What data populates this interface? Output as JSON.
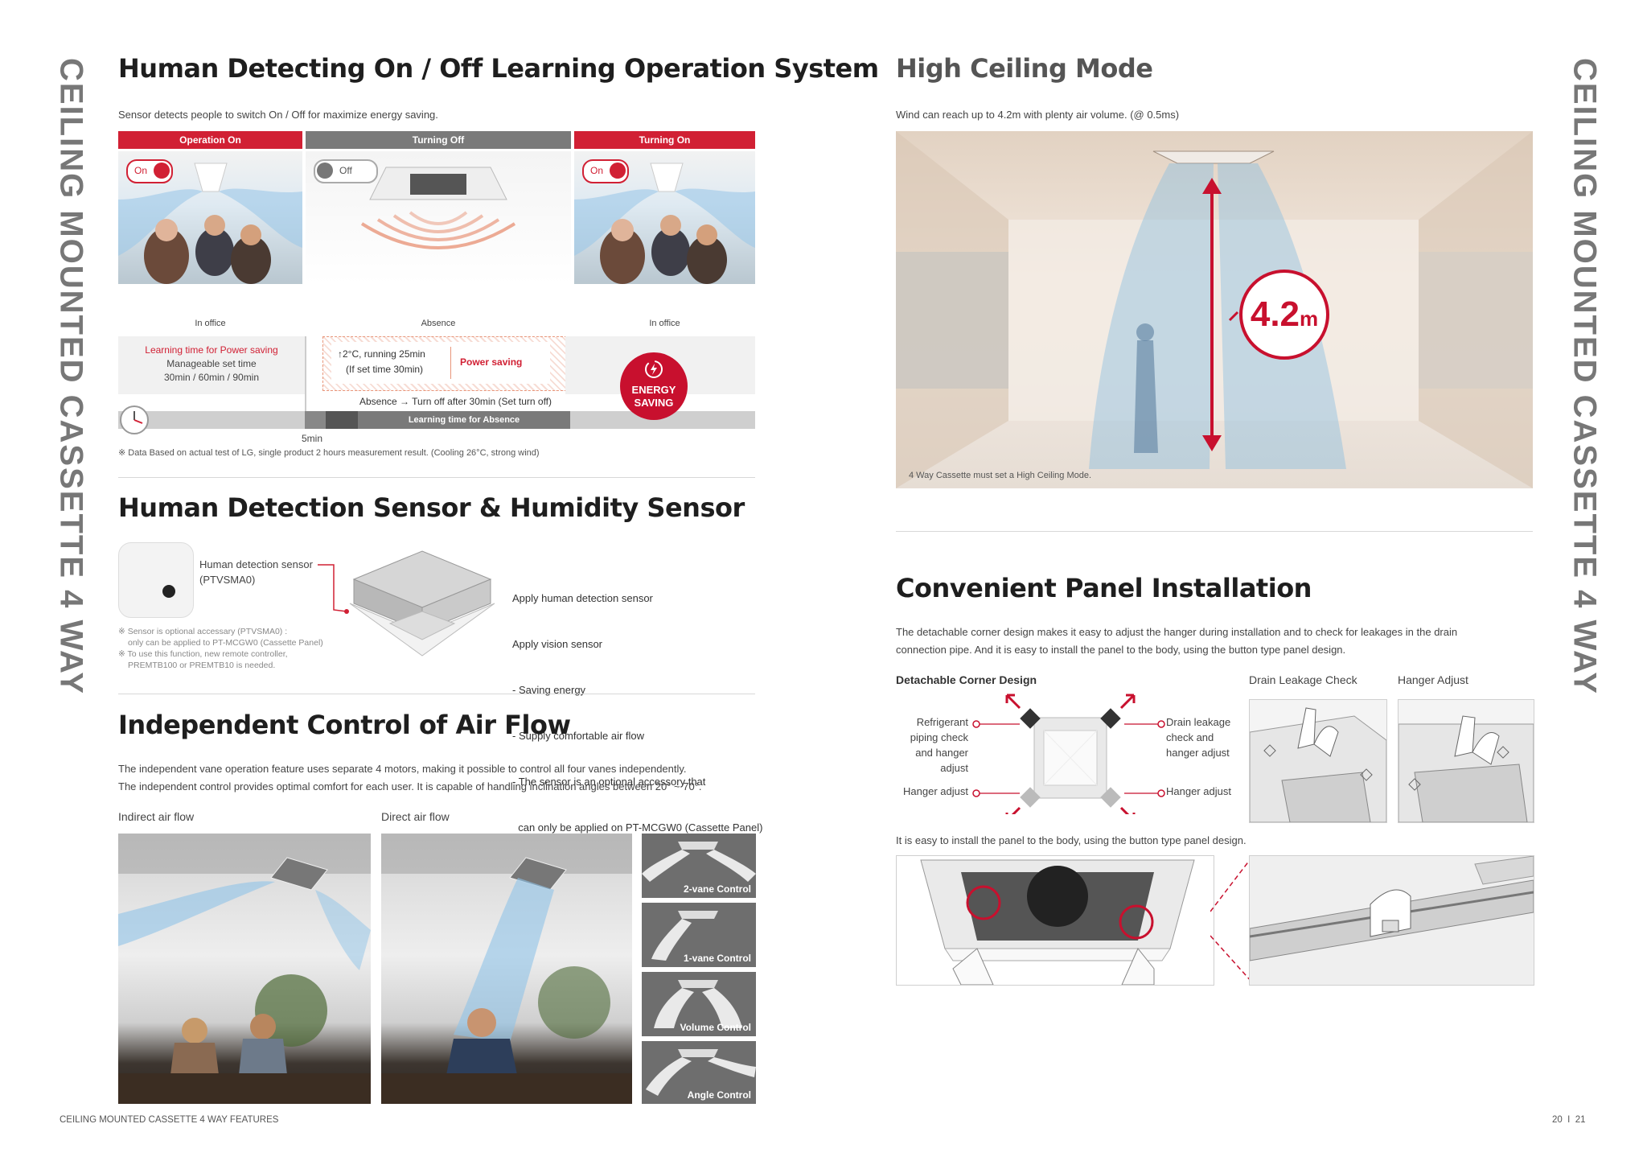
{
  "side_title": "CEILING MOUNTED CASSETTE 4 WAY",
  "footer": {
    "left": "CEILING MOUNTED CASSETTE 4 WAY FEATURES",
    "pages": "20  I  21"
  },
  "human_detect": {
    "title": "Human Detecting On / Off Learning Operation System",
    "subtitle": "Sensor detects people to switch On / Off for maximize energy saving.",
    "panels": [
      {
        "header": "Operation On",
        "toggle": "On",
        "caption": "In office"
      },
      {
        "header": "Turning Off",
        "toggle": "Off",
        "caption": "Absence"
      },
      {
        "header": "Turning On",
        "toggle": "On",
        "caption": "In office"
      }
    ],
    "learning_title": "Learning time for Power saving",
    "learning_line1": "Manageable set time",
    "learning_line2": "30min / 60min / 90min",
    "adjust_line1": "↑2°C, running 25min",
    "adjust_line2": "(If set time 30min)",
    "power_saving": "Power saving",
    "absence_note": "Absence → Turn off after 30min (Set turn off)",
    "learning_absence": "Learning time for Absence",
    "five_min": "5min",
    "energy_line1": "ENERGY",
    "energy_line2": "SAVING",
    "footnote": "※ Data Based on actual test of LG, single product 2 hours measurement result. (Cooling 26°C, strong wind)"
  },
  "sensor": {
    "title": "Human Detection Sensor & Humidity Sensor",
    "label_line1": "Human detection sensor",
    "label_line2": "(PTVSMA0)",
    "note1": "※ Sensor is optional accessary (PTVSMA0) :",
    "note2": "only can be applied to PT-MCGW0 (Cassette Panel)",
    "note3": "※ To use this function, new remote controller,",
    "note4": "PREMTB100 or PREMTB10 is needed.",
    "features": [
      "Apply human detection sensor",
      "Apply vision sensor",
      "- Saving energy",
      "- Supply comfortable air flow",
      "- The sensor is an optional accessory that",
      "  can only be applied on PT-MCGW0 (Cassette Panel)"
    ]
  },
  "airflow": {
    "title": "Independent Control of Air Flow",
    "line1": "The independent vane operation feature uses separate 4 motors, making it possible to control all four vanes independently.",
    "line2": "The independent control provides optimal comfort for each user. It is capable of handling inclination angles between 20° ~ 70°.",
    "indirect": "Indirect air flow",
    "direct": "Direct air flow",
    "tiles": [
      "2-vane Control",
      "1-vane Control",
      "Volume Control",
      "Angle Control"
    ]
  },
  "high_ceiling": {
    "title": "High Ceiling Mode",
    "subtitle": "Wind can reach up to 4.2m with plenty air volume. (@ 0.5ms)",
    "value": "4.2",
    "unit": "m",
    "note": "4 Way Cassette must set a High Ceiling Mode."
  },
  "panel_install": {
    "title": "Convenient Panel Installation",
    "line1": "The detachable corner design makes it easy to adjust the hanger during installation and to check for leakages in the drain",
    "line2": "connection pipe. And it is easy to install the panel to the body, using the button type panel design.",
    "corner_title": "Detachable Corner Design",
    "drain_title": "Drain Leakage Check",
    "hanger_title": "Hanger Adjust",
    "left_label": "Refrigerant piping check and hanger adjust",
    "left_label2": "Hanger adjust",
    "right_label": "Drain leakage check and hanger adjust",
    "right_label2": "Hanger adjust",
    "button_note": "It is easy to install the panel to the body, using the button type panel design."
  }
}
